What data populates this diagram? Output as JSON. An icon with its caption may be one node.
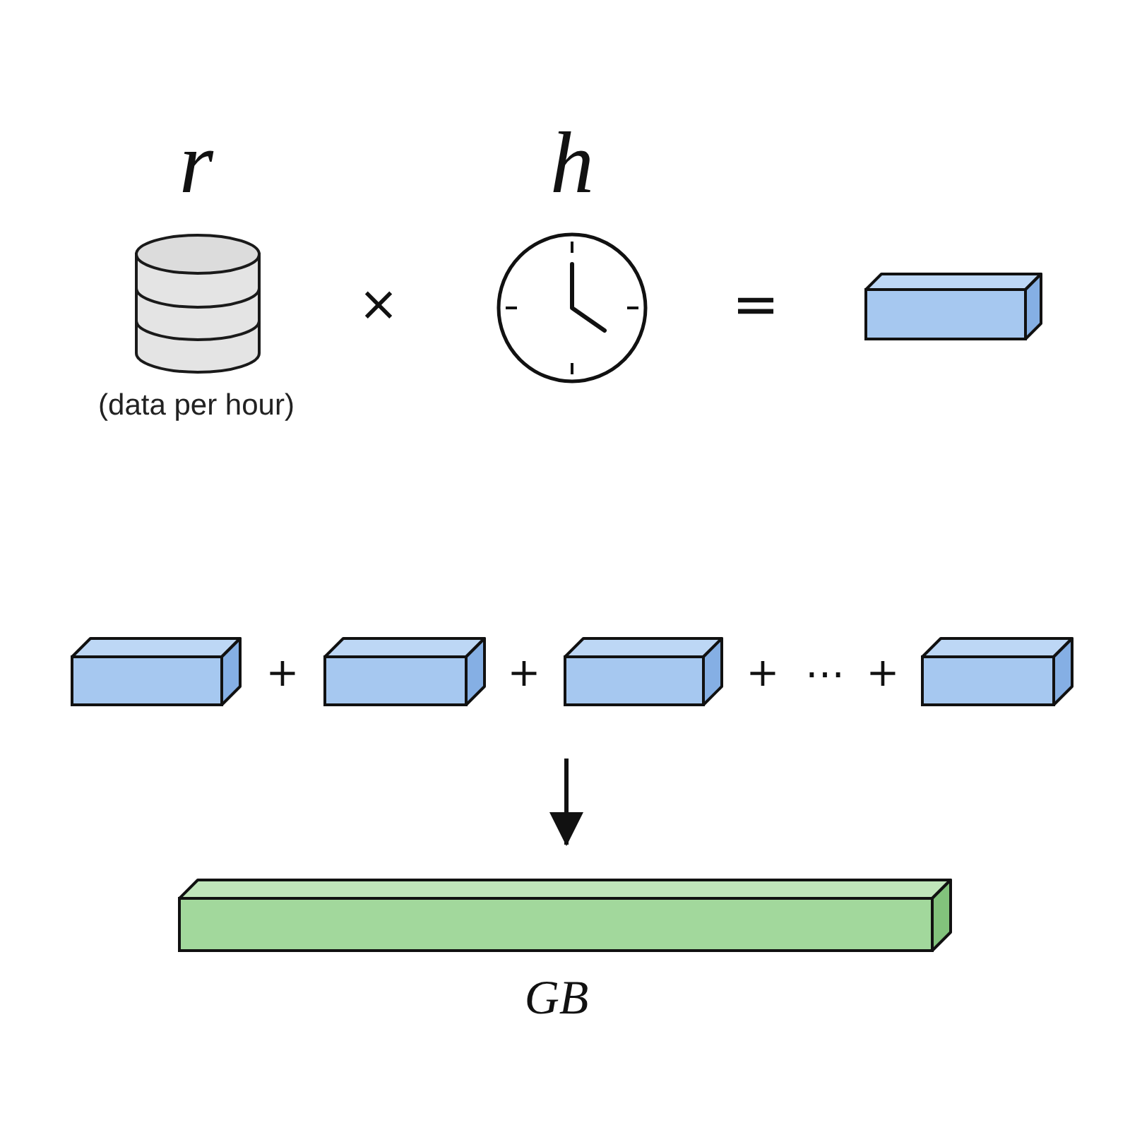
{
  "diagram": {
    "nodes": [
      {
        "text": [
          "r"
        ],
        "beside": [
          "(data per hour)"
        ]
      },
      {
        "text": [
          "h"
        ]
      },
      {
        "text": [],
        "shape": "box"
      },
      {
        "text": [],
        "shape": "box"
      },
      {
        "text": [],
        "shape": "box"
      },
      {
        "text": [],
        "shape": "box"
      },
      {
        "text": [],
        "shape": "box"
      },
      {
        "text": [
          "GB"
        ]
      }
    ],
    "edges": [
      {
        "from": null,
        "to": 7,
        "arrow": "to"
      }
    ],
    "labels": [
      "×",
      "=",
      "+",
      "+",
      "+",
      "⋯",
      "+"
    ]
  }
}
